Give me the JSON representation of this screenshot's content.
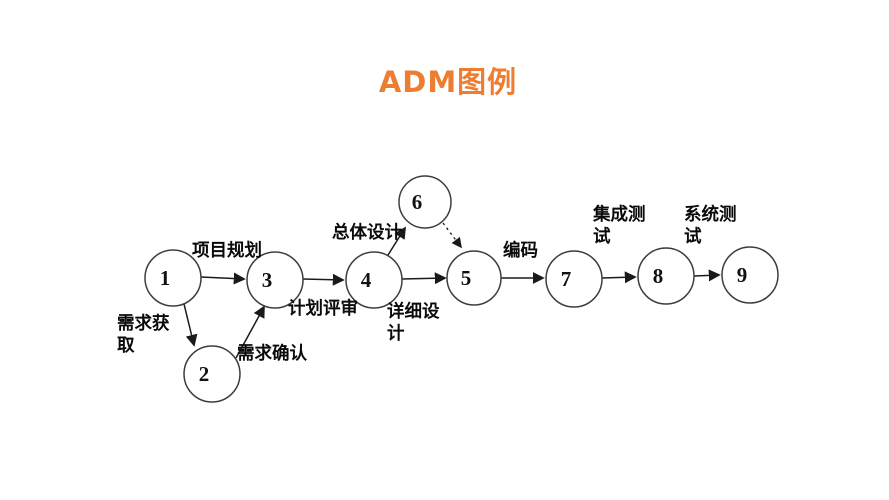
{
  "title": {
    "text": "ADM图例",
    "color": "#ED7D31"
  },
  "diagram": {
    "nodes": [
      "1",
      "2",
      "3",
      "4",
      "5",
      "6",
      "7",
      "8",
      "9"
    ],
    "edges": [
      {
        "from": "1",
        "to": "3",
        "style": "solid",
        "label_lines": [
          "项目规划"
        ]
      },
      {
        "from": "1",
        "to": "2",
        "style": "solid",
        "label_lines": [
          "需求获",
          "取"
        ]
      },
      {
        "from": "2",
        "to": "3",
        "style": "solid",
        "label_lines": [
          "需求确认"
        ]
      },
      {
        "from": "3",
        "to": "4",
        "style": "solid",
        "label_lines": [
          "计划评审"
        ]
      },
      {
        "from": "4",
        "to": "6",
        "style": "solid",
        "label_lines": [
          "总体设计"
        ]
      },
      {
        "from": "4",
        "to": "5",
        "style": "solid",
        "label_lines": [
          "详细设",
          "计"
        ]
      },
      {
        "from": "6",
        "to": "5",
        "style": "dashed",
        "label_lines": []
      },
      {
        "from": "5",
        "to": "7",
        "style": "solid",
        "label_lines": [
          "编码"
        ]
      },
      {
        "from": "7",
        "to": "8",
        "style": "solid",
        "label_lines": [
          "集成测",
          "试"
        ]
      },
      {
        "from": "8",
        "to": "9",
        "style": "solid",
        "label_lines": [
          "系统测",
          "试"
        ]
      }
    ],
    "line_color": "#1a1a1a",
    "node_fill": "#ffffff",
    "node_stroke": "#3d3d3d"
  }
}
